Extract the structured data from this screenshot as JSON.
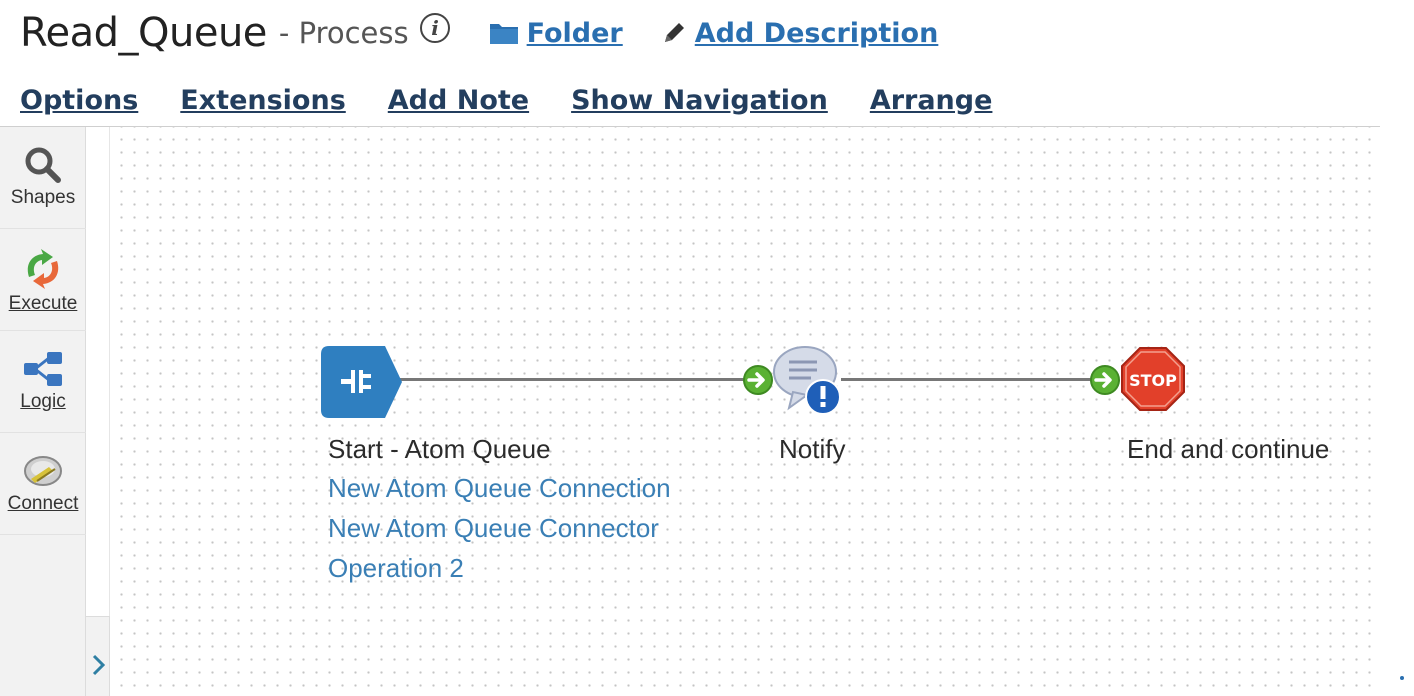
{
  "header": {
    "process_name": "Read_Queue",
    "process_type": "- Process",
    "folder_label": "Folder",
    "add_description_label": "Add Description"
  },
  "toolbar": {
    "items": [
      "Options",
      "Extensions",
      "Add Note",
      "Show Navigation",
      "Arrange"
    ]
  },
  "palette": {
    "items": [
      {
        "label": "Shapes",
        "icon": "search-icon"
      },
      {
        "label": "Execute",
        "icon": "execute-icon"
      },
      {
        "label": "Logic",
        "icon": "logic-icon"
      },
      {
        "label": "Connect",
        "icon": "connect-icon"
      }
    ]
  },
  "canvas": {
    "start": {
      "label": "Start - Atom Queue",
      "details": [
        "New Atom Queue Connection",
        "New Atom Queue Connector",
        "Operation 2"
      ]
    },
    "notify": {
      "label": "Notify"
    },
    "stop": {
      "label": "End and continue",
      "badge": "STOP"
    }
  },
  "colors": {
    "link_blue": "#2a6fb0",
    "toolbar_link": "#233e5e",
    "start_shape": "#2f7fc0",
    "detail_text": "#3a7fb5",
    "stop_red": "#e2402a",
    "arrow_green": "#5ab133"
  }
}
